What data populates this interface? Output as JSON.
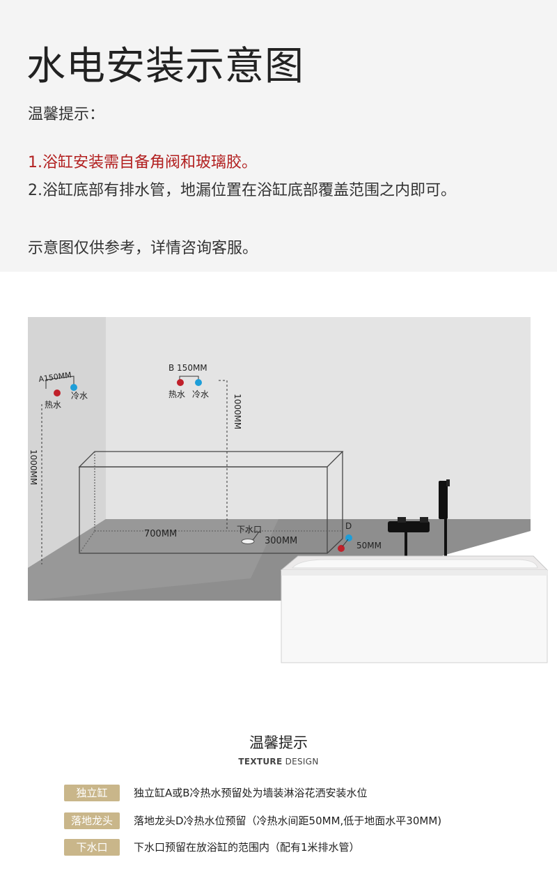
{
  "header": {
    "title": "水电安装示意图",
    "tip_head": "温馨提示：",
    "tip_1": "1.浴缸安装需自备角阀和玻璃胶。",
    "tip_2": "2.浴缸底部有排水管，地漏位置在浴缸底部覆盖范围之内即可。",
    "tip_3": "示意图仅供参考，详情咨询客服。",
    "colors": {
      "tip_1": "#b22020",
      "header_bg": "#f4f4f4"
    }
  },
  "diagram": {
    "point_a": {
      "label": "A150MM",
      "hot": "热水",
      "cold": "冷水",
      "height": "1000MM"
    },
    "point_b": {
      "label": "B 150MM",
      "hot": "热水",
      "cold": "冷水",
      "height": "1000MM"
    },
    "floor": {
      "length": "700MM",
      "drain": "下水口",
      "drain_dist": "300MM"
    },
    "point_d": {
      "label": "D",
      "spacing": "50MM"
    },
    "colors": {
      "hot": "#c0202a",
      "cold": "#1e9ed8"
    }
  },
  "footer": {
    "title": "温馨提示",
    "subtitle_a": "TEXTURE",
    "subtitle_b": " DESIGN",
    "notes": [
      {
        "tag": "独立缸",
        "text": "独立缸A或B冷热水预留处为墙装淋浴花洒安装水位"
      },
      {
        "tag": "落地龙头",
        "text": "落地龙头D冷热水位预留（冷热水间距50MM,低于地面水平30MM)"
      },
      {
        "tag": "下水口",
        "text": "下水口预留在放浴缸的范围内（配有1米排水管）"
      }
    ],
    "tag_color": "#c9b68a"
  }
}
